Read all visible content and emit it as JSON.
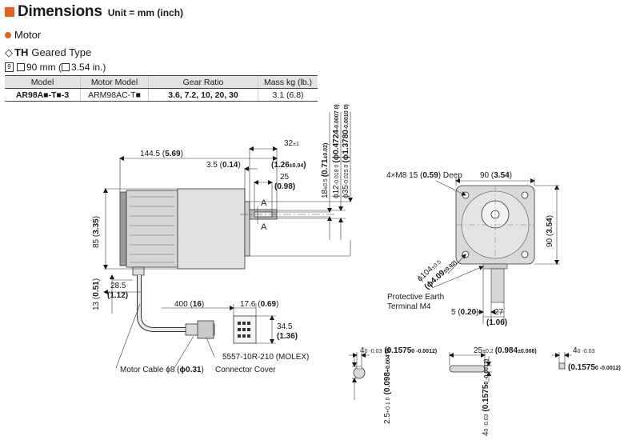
{
  "header": {
    "title": "Dimensions",
    "unit": "Unit = mm (inch)"
  },
  "section": {
    "label": "Motor"
  },
  "subsection": {
    "symbol": "◇",
    "type": "TH",
    "label": "Geared Type"
  },
  "frame": {
    "code": "9",
    "size": "90 mm (",
    "inch": "3.54 in.)"
  },
  "table": {
    "headers": [
      "Model",
      "Motor Model",
      "Gear Ratio",
      "Mass kg (lb.)"
    ],
    "row": {
      "model": "AR98A■-T■-3",
      "motor_model": "ARM98AC-T■",
      "gear_ratio": "3.6, 7.2, 10, 20, 30",
      "mass": "3.1 (6.8)"
    }
  },
  "dims": {
    "len_total": "144.5 (",
    "len_total_in": "5.69",
    "len_total_end": ")",
    "shaft_32": "32",
    "shaft_32_tol": "±1",
    "shaft_32_in": "(1.26",
    "shaft_32_in_tol": "±0.04",
    "flange_35": "3.5 (",
    "flange_35_in": "0.14",
    "flange_35_end": ")",
    "key_25": "25",
    "key_25_in": "(0.98)",
    "height_85": "85 (",
    "height_85_in": "3.35",
    "height_85_end": ")",
    "d18": "18",
    "d18_tol": "±0.5",
    "d18_in": "(0.71",
    "d18_in_tol": "±0.02)",
    "d12": "ϕ12",
    "d12_tol": "-0.018 0",
    "d12_in": "(ϕ0.4724",
    "d12_in_tol": "-0.0007 0)",
    "d35": "ϕ35",
    "d35_tol": "-0.025 0",
    "d35_in": "(ϕ1.3780",
    "d35_in_tol": "-0.0010 0)",
    "cable_285": "28.5",
    "cable_285_in": "(1.12)",
    "cable_13": "13 (",
    "cable_13_in": "0.51",
    "cable_13_end": ")",
    "cable_400": "400 (",
    "cable_400_in": "16",
    "cable_400_end": ")",
    "conn_176": "17.6 (",
    "conn_176_in": "0.69",
    "conn_176_end": ")",
    "conn_345": "34.5",
    "conn_345_in": "(1.36)",
    "conn_part": "5557-10R-210 (MOLEX)",
    "motor_cable": "Motor Cable ϕ8 (",
    "motor_cable_in": "ϕ0.31",
    "motor_cable_end": ")",
    "connector_cover": "Connector Cover",
    "tapped": "4×M8 15 (",
    "tapped_in": "0.59",
    "tapped_end": ") Deep",
    "w90": "90 (",
    "w90_in": "3.54",
    "w90_end": ")",
    "h90": "90 (",
    "h90_in": "3.54",
    "h90_end": ")",
    "pcd": "ϕ104",
    "pcd_tol": "±0.5",
    "pcd_in": "(ϕ4.09",
    "pcd_in_tol": "±0.02)",
    "earth1": "Protective Earth",
    "earth2": "Terminal M4",
    "side5": "5 (",
    "side5_in": "0.20",
    "side5_end": ")",
    "side27": "27",
    "side27_in": "(1.06)",
    "section_mark": "A",
    "key_w": "4",
    "key_w_tol": "0 -0.03",
    "key_w_in": "(0.1575",
    "key_w_in_tol": "0 -0.0012)",
    "key_len": "25",
    "key_len_tol": "±0.2",
    "key_len_in": "(0.984",
    "key_len_in_tol": "±0.008)",
    "key_h": "4",
    "key_h_tol": "0 -0.03",
    "key_h_in": "(0.1575",
    "key_h_in_tol": "0 -0.0012)",
    "keyway_d": "2.5",
    "keyway_d_tol": "+0.1 0",
    "keyway_d_in": "(0.098",
    "keyway_d_in_tol": "+0.004 0)",
    "keyway_w": "4",
    "keyway_w_tol": "0 -0.03",
    "keyway_w_in": "(0.1575",
    "keyway_w_in_tol": "0 -0.0012)"
  },
  "colors": {
    "accent": "#e8611a",
    "table_header": "#e3e3e3",
    "body_fill": "#d9d9d9",
    "body_dark": "#a6a6a6"
  }
}
